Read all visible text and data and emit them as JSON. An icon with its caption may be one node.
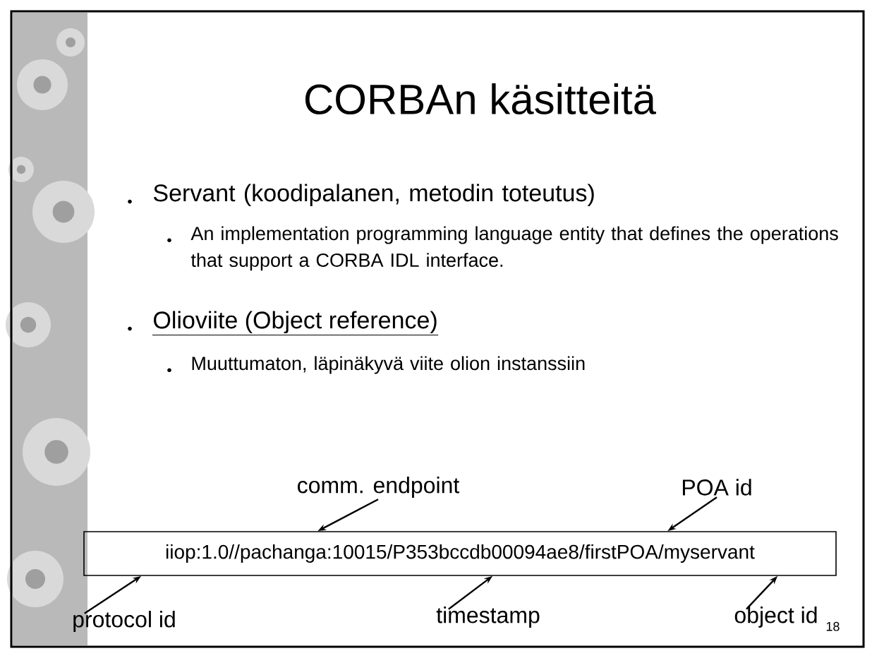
{
  "diagram": {
    "title": "CORBAn käsitteitä",
    "nodes": [
      {
        "text": [
          "iiop:1.0//pachanga:10015/P353bccdb00094ae8/firstPOA/myservant"
        ]
      },
      {
        "text": [
          "comm. endpoint"
        ]
      },
      {
        "text": [
          "POA id"
        ]
      },
      {
        "text": [
          "protocol id"
        ]
      },
      {
        "text": [
          "timestamp"
        ]
      },
      {
        "text": [
          "object id"
        ]
      }
    ],
    "edges": [
      {
        "from": 1,
        "to": 0,
        "arrow": "to"
      },
      {
        "from": 2,
        "to": 0,
        "arrow": "to"
      },
      {
        "from": 3,
        "to": 0,
        "arrow": "to"
      },
      {
        "from": 4,
        "to": 0,
        "arrow": "to"
      },
      {
        "from": 5,
        "to": 0,
        "arrow": "to"
      }
    ],
    "labels": [
      "Servant (koodipalanen, metodin toteutus)",
      "An implementation programming language entity that defines the operations that support a CORBA IDL interface.",
      "Olioviite (Object reference)",
      "Muuttumaton, läpinäkyvä viite olion instanssiin",
      "18"
    ]
  }
}
